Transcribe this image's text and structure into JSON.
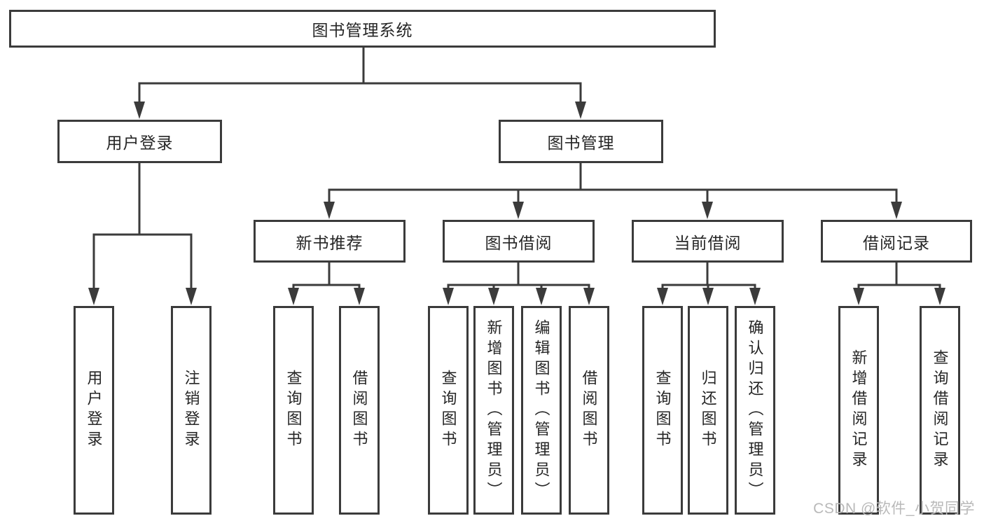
{
  "nodes": {
    "root": {
      "label": "图书管理系统"
    },
    "level2": [
      {
        "label": "用户登录"
      },
      {
        "label": "图书管理"
      }
    ],
    "level3": [
      {
        "label": "新书推荐"
      },
      {
        "label": "图书借阅"
      },
      {
        "label": "当前借阅"
      },
      {
        "label": "借阅记录"
      }
    ],
    "leaves": [
      {
        "label": "用户登录"
      },
      {
        "label": "注销登录"
      },
      {
        "label": "查询图书"
      },
      {
        "label": "借阅图书"
      },
      {
        "label": "查询图书"
      },
      {
        "label": "新增图书（管理员）"
      },
      {
        "label": "编辑图书（管理员）"
      },
      {
        "label": "借阅图书"
      },
      {
        "label": "查询图书"
      },
      {
        "label": "归还图书"
      },
      {
        "label": "确认归还（管理员）"
      },
      {
        "label": "新增借阅记录"
      },
      {
        "label": "查询借阅记录"
      }
    ]
  },
  "watermark": {
    "text": "CSDN @软件_小贺同学"
  },
  "colors": {
    "line": "#3b3b3b",
    "text": "#262626",
    "watermark": "#b9b9b9",
    "background": "#ffffff"
  }
}
